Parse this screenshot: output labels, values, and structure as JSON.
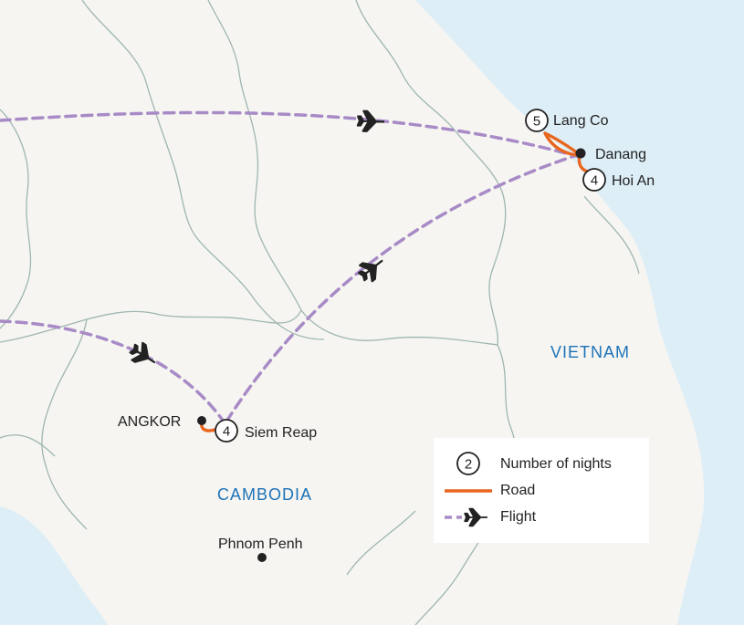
{
  "colors": {
    "land": "#f6f5f2",
    "sea": "#ddeef7",
    "border": "#9fb6b0",
    "road": "#e8661e",
    "flight": "#a88bc6",
    "country_label": "#1e73b8",
    "text": "#222222"
  },
  "places": {
    "lang_co": {
      "label": "Lang Co",
      "nights": "5"
    },
    "danang": {
      "label": "Danang"
    },
    "hoi_an": {
      "label": "Hoi An",
      "nights": "4"
    },
    "angkor": {
      "label": "ANGKOR"
    },
    "siem_reap": {
      "label": "Siem Reap",
      "nights": "4"
    },
    "phnom_penh": {
      "label": "Phnom Penh"
    }
  },
  "countries": {
    "vietnam": "VIETNAM",
    "cambodia": "CAMBODIA"
  },
  "legend": {
    "nights_sample": "2",
    "nights_label": "Number of nights",
    "road_label": "Road",
    "flight_label": "Flight"
  },
  "icons": {
    "flight": "airplane-icon",
    "city": "city-dot-icon",
    "nights": "nights-circle-icon"
  }
}
